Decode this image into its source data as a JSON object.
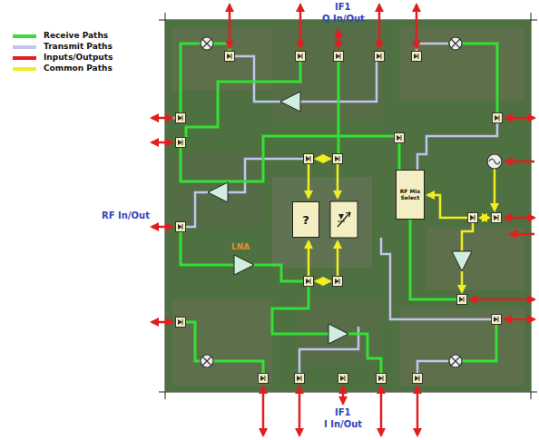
{
  "diagram": {
    "nodes": [
      {
        "text": [
          "?"
        ]
      },
      {
        "text": [
          "RF Mix Select"
        ]
      }
    ],
    "labels": [
      "IF1",
      "Q In/Out",
      "RF In/Out",
      "IF1",
      "I In/Out",
      "LNA"
    ],
    "legend": [
      {
        "text": "Receive Paths",
        "color": "#33e033"
      },
      {
        "text": "Transmit Paths",
        "color": "#c4c4f0"
      },
      {
        "text": "Inputs/Outputs",
        "color": "#e02020"
      },
      {
        "text": "Common Paths",
        "color": "#f0ee22"
      }
    ]
  }
}
